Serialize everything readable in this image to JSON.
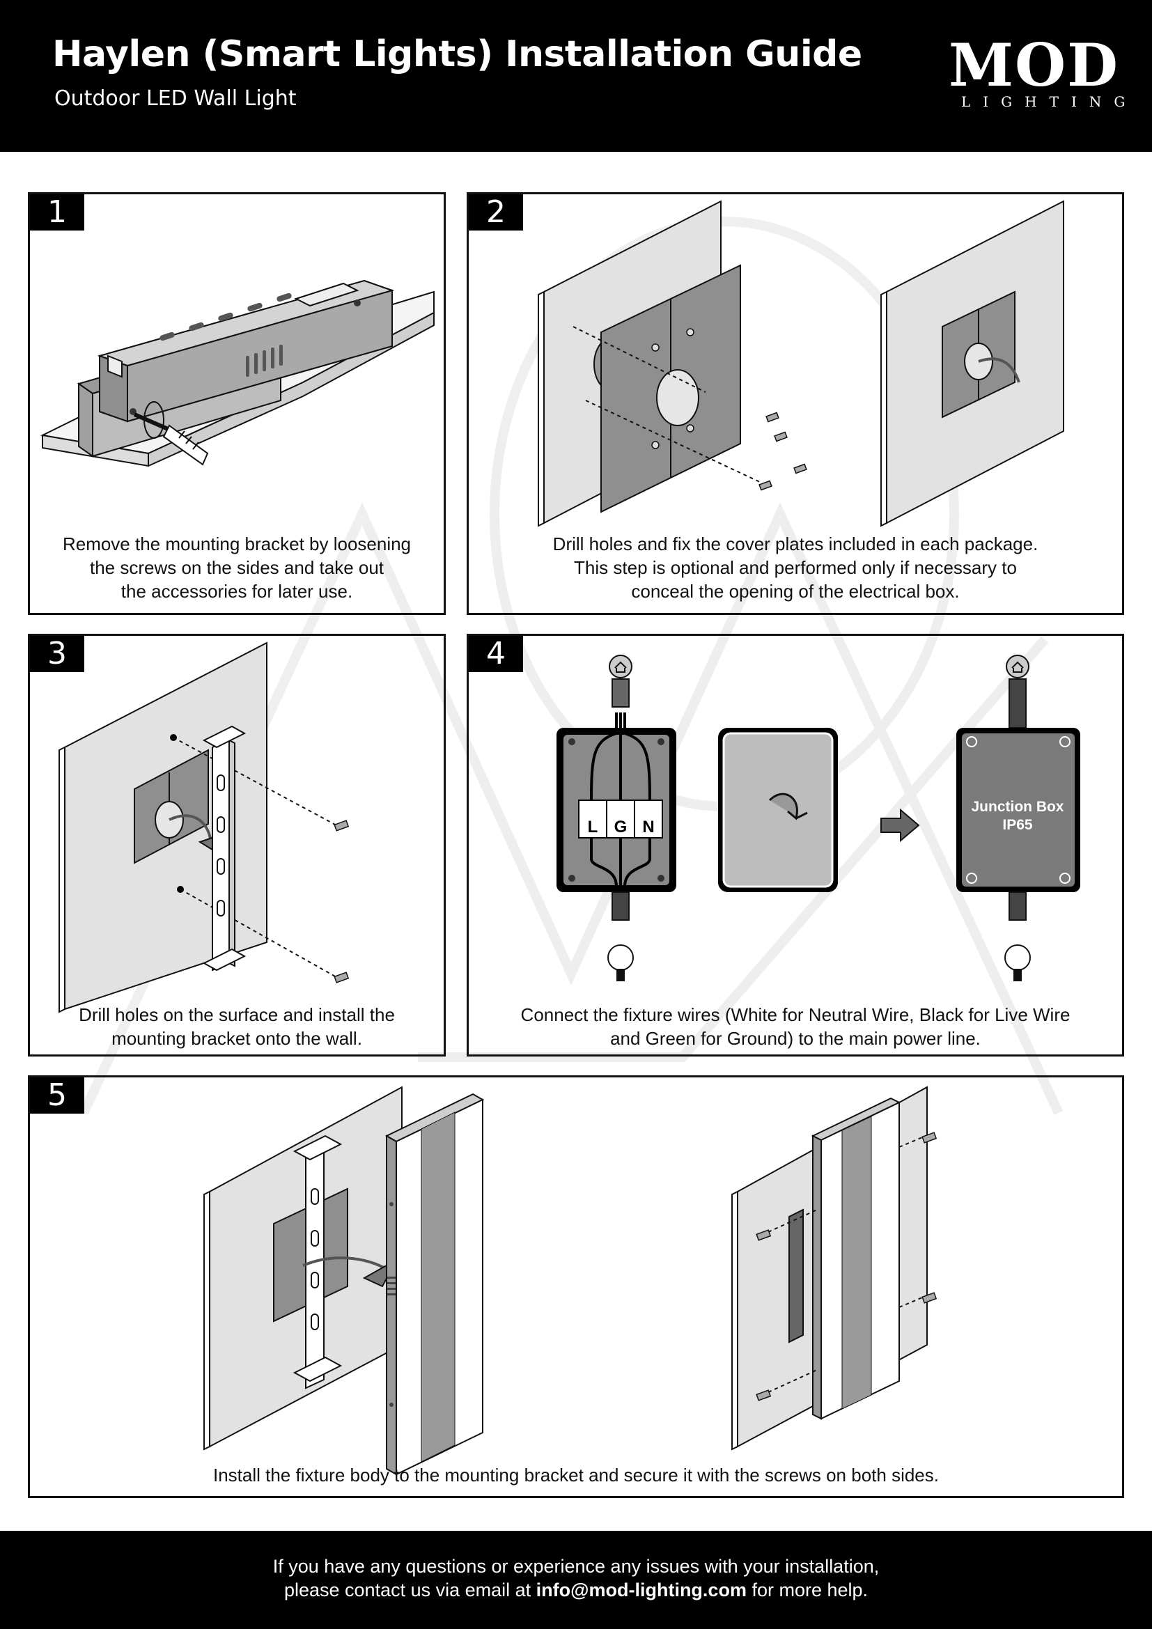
{
  "header": {
    "title": "Haylen (Smart Lights) Installation Guide",
    "subtitle": "Outdoor LED Wall Light",
    "logo_main": "MOD",
    "logo_sub": "LIGHTING"
  },
  "steps": [
    {
      "number": "1",
      "caption": "Remove the mounting bracket by loosening\nthe screws on the sides and take out\nthe accessories for later use."
    },
    {
      "number": "2",
      "caption": "Drill holes and fix the cover plates included in each package.\nThis step is optional and performed only if necessary to\nconceal the opening of the electrical box."
    },
    {
      "number": "3",
      "caption": "Drill holes on the surface and install the\nmounting bracket onto the wall."
    },
    {
      "number": "4",
      "caption": "Connect the fixture wires (White for Neutral Wire, Black for Live Wire\nand Green for Ground) to the main power line."
    },
    {
      "number": "5",
      "caption": "Install the fixture body to the mounting bracket and secure it with the screws on both sides."
    }
  ],
  "wiring": {
    "terminals": [
      "L",
      "G",
      "N"
    ],
    "junction_box_label": "Junction Box",
    "junction_box_rating": "IP65"
  },
  "footer": {
    "line1": "If you have any questions or experience any issues with your installation,",
    "line2_prefix": "please contact us via email at ",
    "email": "info@mod-lighting.com",
    "line2_suffix": " for more help."
  }
}
